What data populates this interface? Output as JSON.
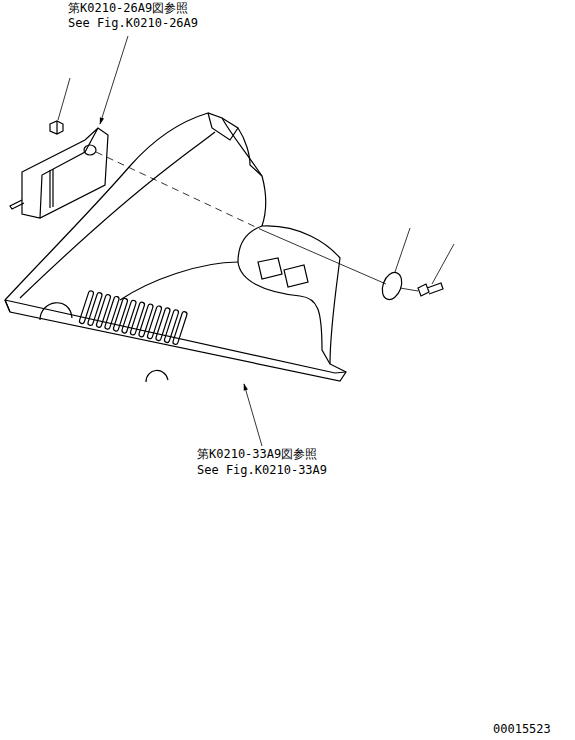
{
  "diagram": {
    "labels": [
      "第K0210-26A9図参照",
      "See Fig.K0210-26A9",
      "第K0210-33A9図参照",
      "See Fig.K0210-33A9",
      "00015523"
    ]
  }
}
